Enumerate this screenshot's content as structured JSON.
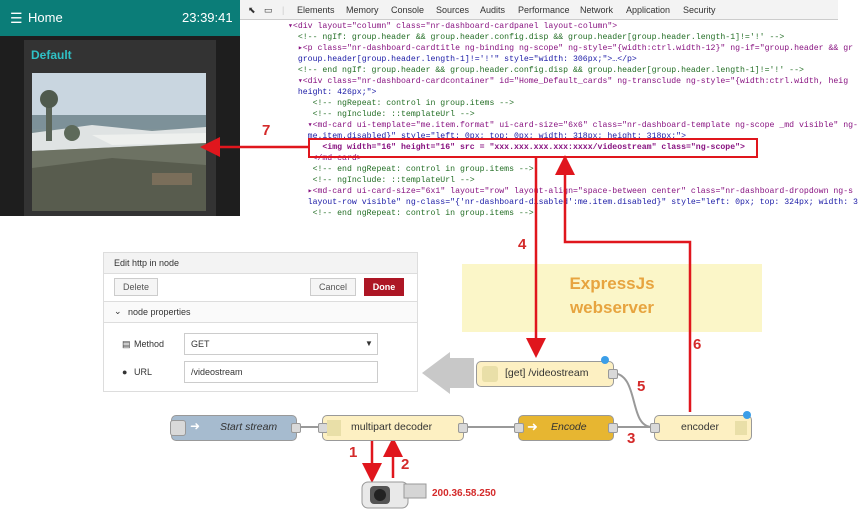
{
  "dashboard": {
    "menu_icon": "hamburger-icon",
    "title": "Home",
    "time": "23:39:41",
    "card_title": "Default"
  },
  "devtools": {
    "tabs": [
      "Elements",
      "Memory",
      "Console",
      "Sources",
      "Audits",
      "Performance",
      "Network",
      "Application",
      "Security"
    ],
    "lines": [
      "▾<div layout=\"column\" class=\"nr-dashboard-cardpanel layout-column\">",
      "  <!-- ngIf: group.header && group.header.config.disp && group.header[group.header.length-1]!='!' -->",
      "  ▸<p class=\"nr-dashboard-cardtitle ng-binding ng-scope\" ng-style=\"{width:ctrl.width-12}\" ng-if=\"group.header && gr",
      "  group.header[group.header.length-1]!='!'\" style=\"width: 306px;\">…</p>",
      "  <!-- end ngIf: group.header && group.header.config.disp && group.header[group.header.length-1]!='!' -->",
      "  ▾<div class=\"nr-dashboard-cardcontainer\" id=\"Home_Default_cards\" ng-transclude ng-style=\"{width:ctrl.width, heig",
      "  height: 426px;\">",
      "     <!-- ngRepeat: control in group.items -->",
      "     <!-- ngInclude: ::templateUrl -->",
      "    ▾<md-card ui-template=\"me.item.format\" ui-card-size=\"6x6\" class=\"nr-dashboard-template ng-scope _md visible\" ng-",
      "    me.item.disabled}\" style=\"left: 0px; top: 0px; width: 318px; height: 318px;\">",
      "       <img width=\"16\" height=\"16\" src = \"xxx.xxx.xxx.xxx:xxxx/videostream\" class=\"ng-scope\">",
      "     </md-card>",
      "     <!-- end ngRepeat: control in group.items -->",
      "     <!-- ngInclude: ::templateUrl -->",
      "    ▸<md-card ui-card-size=\"6x1\" layout=\"row\" layout-align=\"space-between center\" class=\"nr-dashboard-dropdown ng-s",
      "    layout-row visible\" ng-class=\"{'nr-dashboard-disabled':me.item.disabled}\" style=\"left: 0px; top: 324px; width: 3",
      "     <!-- end ngRepeat: control in group.items -->"
    ]
  },
  "edit_node": {
    "title": "Edit http in node",
    "delete_label": "Delete",
    "cancel_label": "Cancel",
    "done_label": "Done",
    "section_label": "node properties",
    "method_label": "Method",
    "method_value": "GET",
    "url_label": "URL",
    "url_value": "/videostream"
  },
  "express": {
    "line1": "ExpressJs",
    "line2": "webserver"
  },
  "nodes": {
    "start_stream": "Start stream",
    "multipart_decoder": "multipart decoder",
    "encode": "Encode",
    "encoder": "encoder",
    "http_in": "[get] /videostream"
  },
  "camera_ip": "200.36.58.250",
  "steps": [
    "1",
    "2",
    "3",
    "4",
    "5",
    "6",
    "7"
  ],
  "colors": {
    "arrow": "#e0161d",
    "dashboard_header": "#0b7d78",
    "card_title": "#2fc1c6",
    "done_button": "#ad1625",
    "node_function": "#fdf0c2",
    "node_encode": "#e7b631",
    "node_inject": "#a6bbcf"
  }
}
